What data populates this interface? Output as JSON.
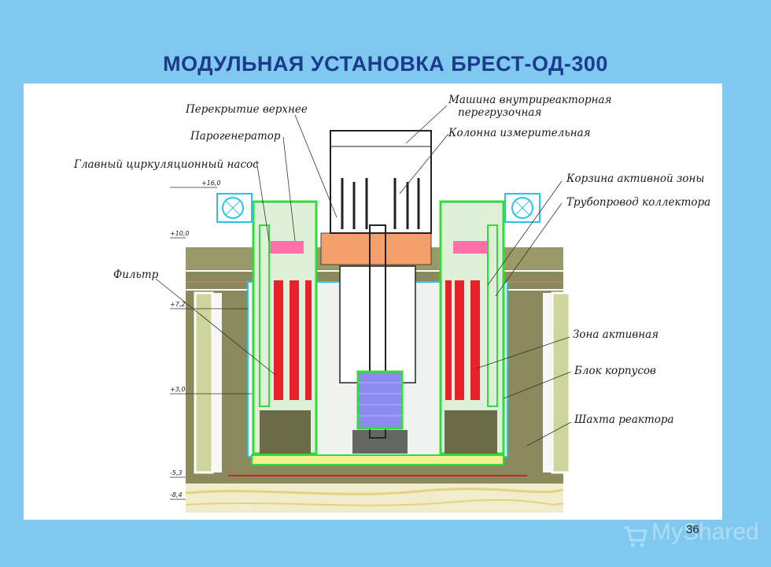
{
  "slide": {
    "title": "МОДУЛЬНАЯ УСТАНОВКА БРЕСТ-ОД-300",
    "page_number": "36",
    "watermark_text": "MyShared"
  },
  "diagram": {
    "callouts_left": [
      "Перекрытие верхнее",
      "Парогенератор",
      "Главный циркуляционный насос",
      "Фильтр"
    ],
    "callouts_right": [
      "Машина внутриреакторная",
      "перегрузочная",
      "Колонна измерительная",
      "Корзина активной зоны",
      "Трубопровод коллектора",
      "Зона активная",
      "Блок корпусов",
      "Шахта реактора"
    ],
    "levels": [
      "+16,0",
      "+10,0",
      "+7,2",
      "+3,0",
      "-5,3",
      "-8,4"
    ],
    "colors": {
      "concrete": "#8a8a5c",
      "concrete_light": "#cdd59a",
      "steam_generator": "#e8202a",
      "coolant_green": "#2fdc3a",
      "core": "#8c8cf0",
      "outline_cyan": "#27c6e8"
    }
  }
}
